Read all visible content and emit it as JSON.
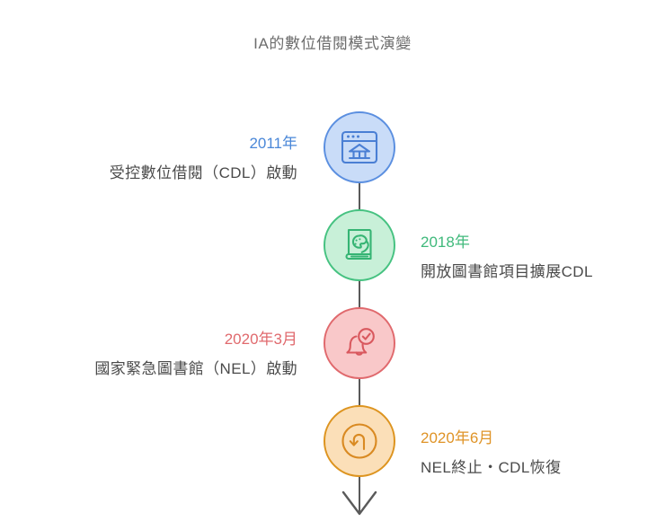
{
  "title": "IA的數位借閱模式演變",
  "colors": {
    "spine": "#5a5a5a",
    "title_text": "#6d6d6d",
    "description_text": "#4a4a4a",
    "node1_fill": "#c9dcf8",
    "node1_stroke": "#5b8fe0",
    "node2_fill": "#c8f0d8",
    "node2_stroke": "#46c281",
    "node3_fill": "#f9c8c9",
    "node3_stroke": "#e0696d",
    "node4_fill": "#fbdfb8",
    "node4_stroke": "#dd941f"
  },
  "timeline": {
    "events": [
      {
        "year": "2011年",
        "description": "受控數位借閱（CDL）啟動",
        "side": "left",
        "icon": "browser-library-icon",
        "accent": "#4a87d8"
      },
      {
        "year": "2018年",
        "description": "開放圖書館項目擴展CDL",
        "side": "right",
        "icon": "book-palette-icon",
        "accent": "#3fb97b"
      },
      {
        "year": "2020年3月",
        "description": "國家緊急圖書館（NEL）啟動",
        "side": "left",
        "icon": "bell-check-icon",
        "accent": "#e0696d"
      },
      {
        "year": "2020年6月",
        "description": "NEL終止・CDL恢復",
        "side": "right",
        "icon": "undo-ring-icon",
        "accent": "#df9326"
      }
    ]
  }
}
